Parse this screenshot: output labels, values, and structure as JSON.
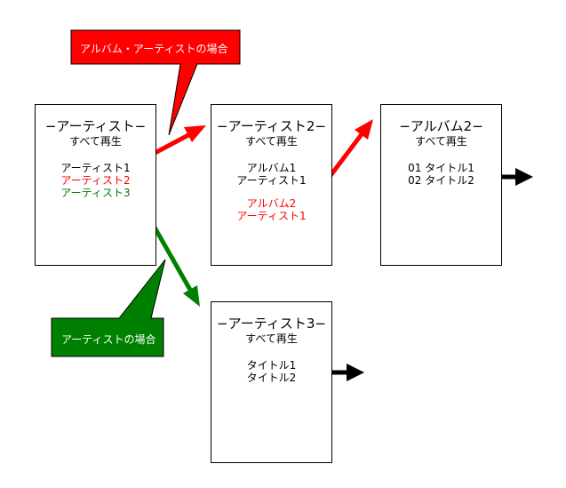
{
  "callouts": {
    "album_artist": {
      "text": "アルバム・アーティストの場合",
      "color": "#ff0000"
    },
    "artist": {
      "text": "アーティストの場合",
      "color": "#008000"
    }
  },
  "cards": {
    "artist_list": {
      "title": "−アーティスト−",
      "subtitle": "すべて再生",
      "items": [
        "アーティスト1",
        "アーティスト2",
        "アーティスト3"
      ]
    },
    "artist2": {
      "title": "−アーティスト2−",
      "subtitle": "すべて再生",
      "items": [
        "アルバム1",
        "アーティスト1"
      ],
      "items_red": [
        "アルバム2",
        "アーティスト1"
      ]
    },
    "album2": {
      "title": "−アルバム2−",
      "subtitle": "すべて再生",
      "items": [
        "01 タイトル1",
        "02 タイトル2"
      ]
    },
    "artist3": {
      "title": "−アーティスト3−",
      "subtitle": "すべて再生",
      "items": [
        "タイトル1",
        "タイトル2"
      ]
    }
  },
  "colors": {
    "red": "#ff0000",
    "green": "#008000",
    "black": "#000000"
  }
}
